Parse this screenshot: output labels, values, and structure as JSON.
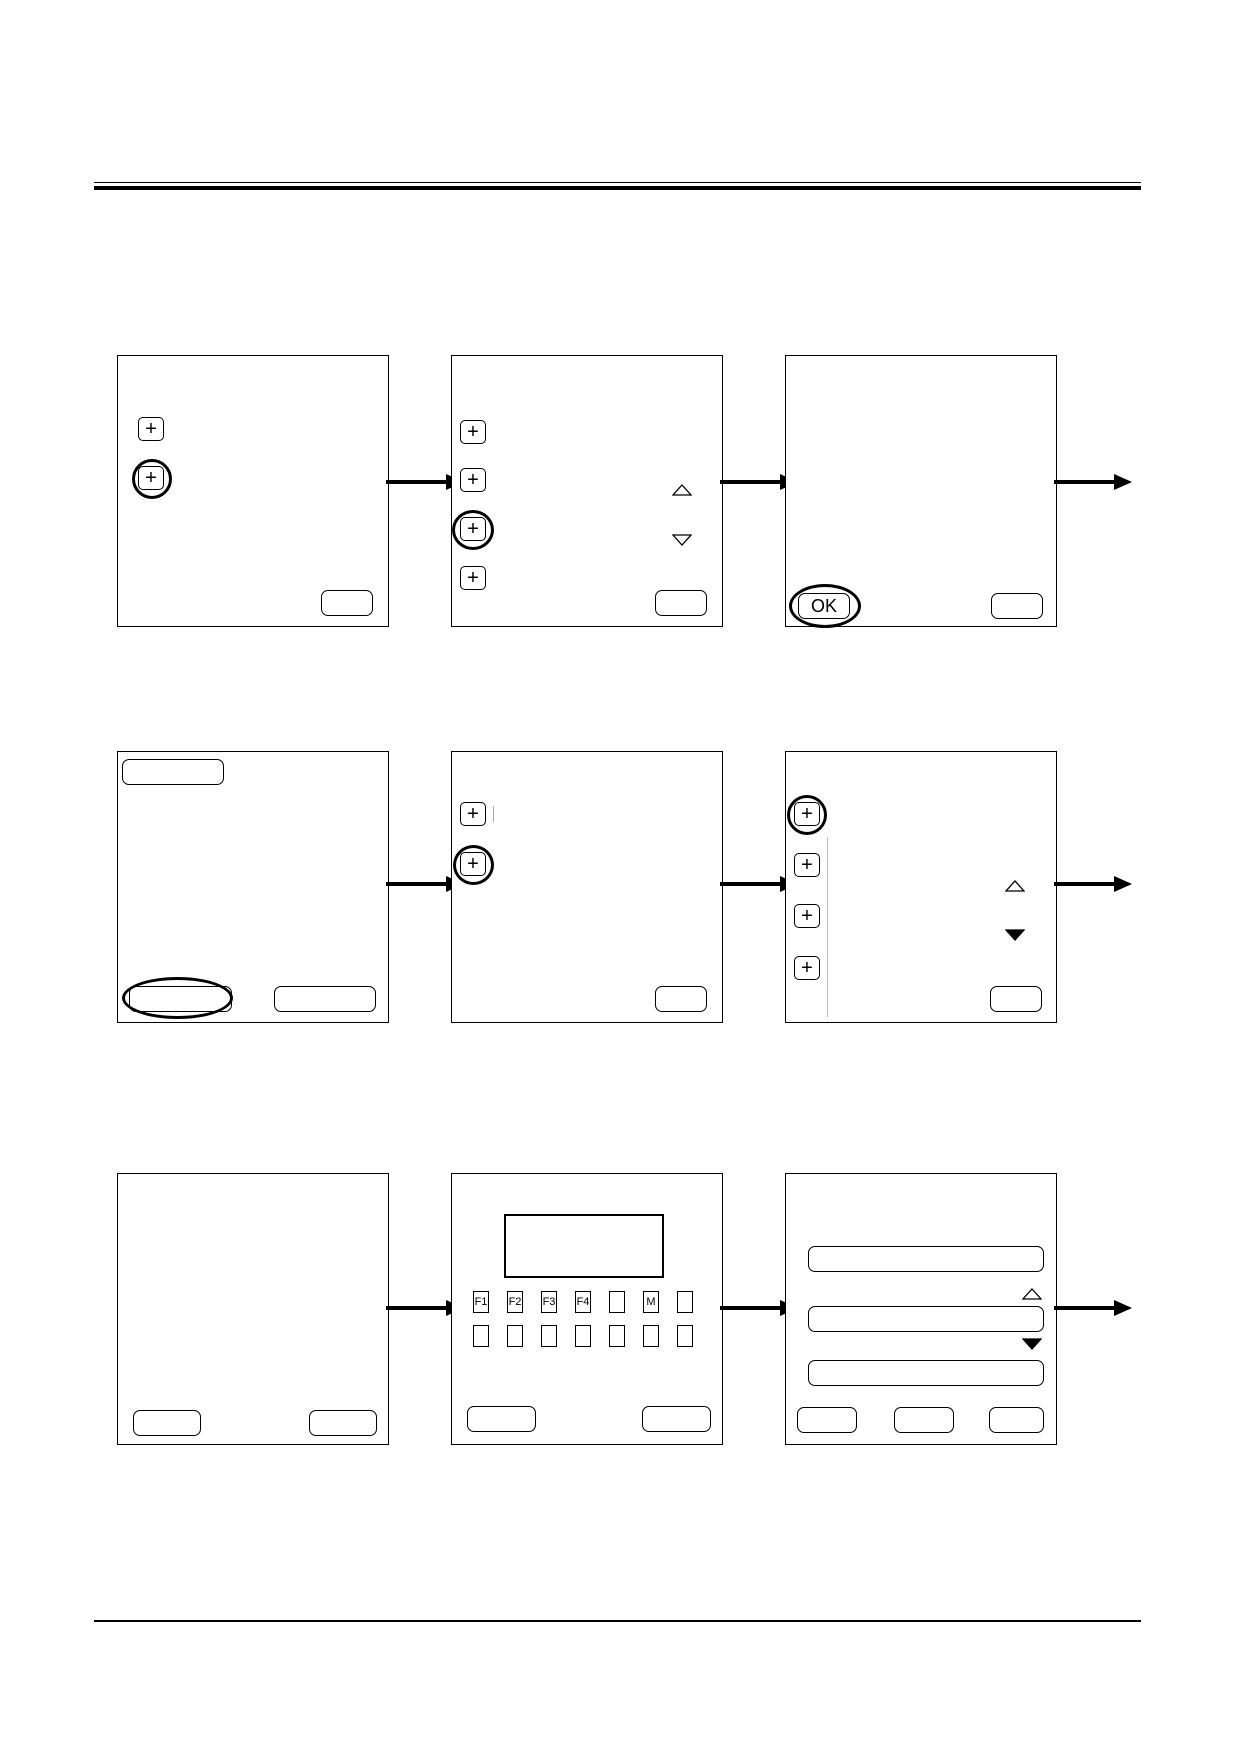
{
  "screen3": {
    "ok_label": "OK"
  },
  "keypad": {
    "row1": [
      "F1",
      "F2",
      "F3",
      "F4",
      "",
      "M",
      ""
    ]
  },
  "icons": {
    "plus": "+",
    "arrow": "right-arrow",
    "scroll_up": "triangle-up",
    "scroll_down": "triangle-down"
  }
}
